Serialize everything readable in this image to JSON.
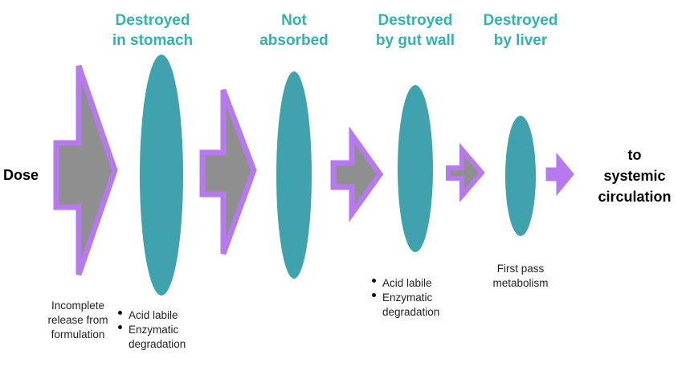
{
  "colors": {
    "arrow_outline": "#b77aee",
    "arrow_fill": "#8f8f8f",
    "barrier_fill": "#3fa2ad",
    "header_text": "#2fb3b3"
  },
  "dose_label": "Dose",
  "end_label": [
    "to",
    "systemic",
    "circulation"
  ],
  "stages": [
    {
      "header": [
        "Destroyed",
        "in stomach"
      ],
      "items": [
        [
          "Acid labile"
        ],
        [
          "Enzymatic",
          "degradation"
        ]
      ]
    },
    {
      "header": [
        "Not",
        "absorbed"
      ],
      "items": []
    },
    {
      "header": [
        "Destroyed",
        "by gut wall"
      ],
      "items": [
        [
          "Acid labile"
        ],
        [
          "Enzymatic",
          "degradation"
        ]
      ]
    },
    {
      "header": [
        "Destroyed",
        "by liver"
      ],
      "note": [
        "First pass",
        "metabolism"
      ]
    }
  ],
  "release_note": [
    "Incomplete",
    "release from",
    "formulation"
  ]
}
